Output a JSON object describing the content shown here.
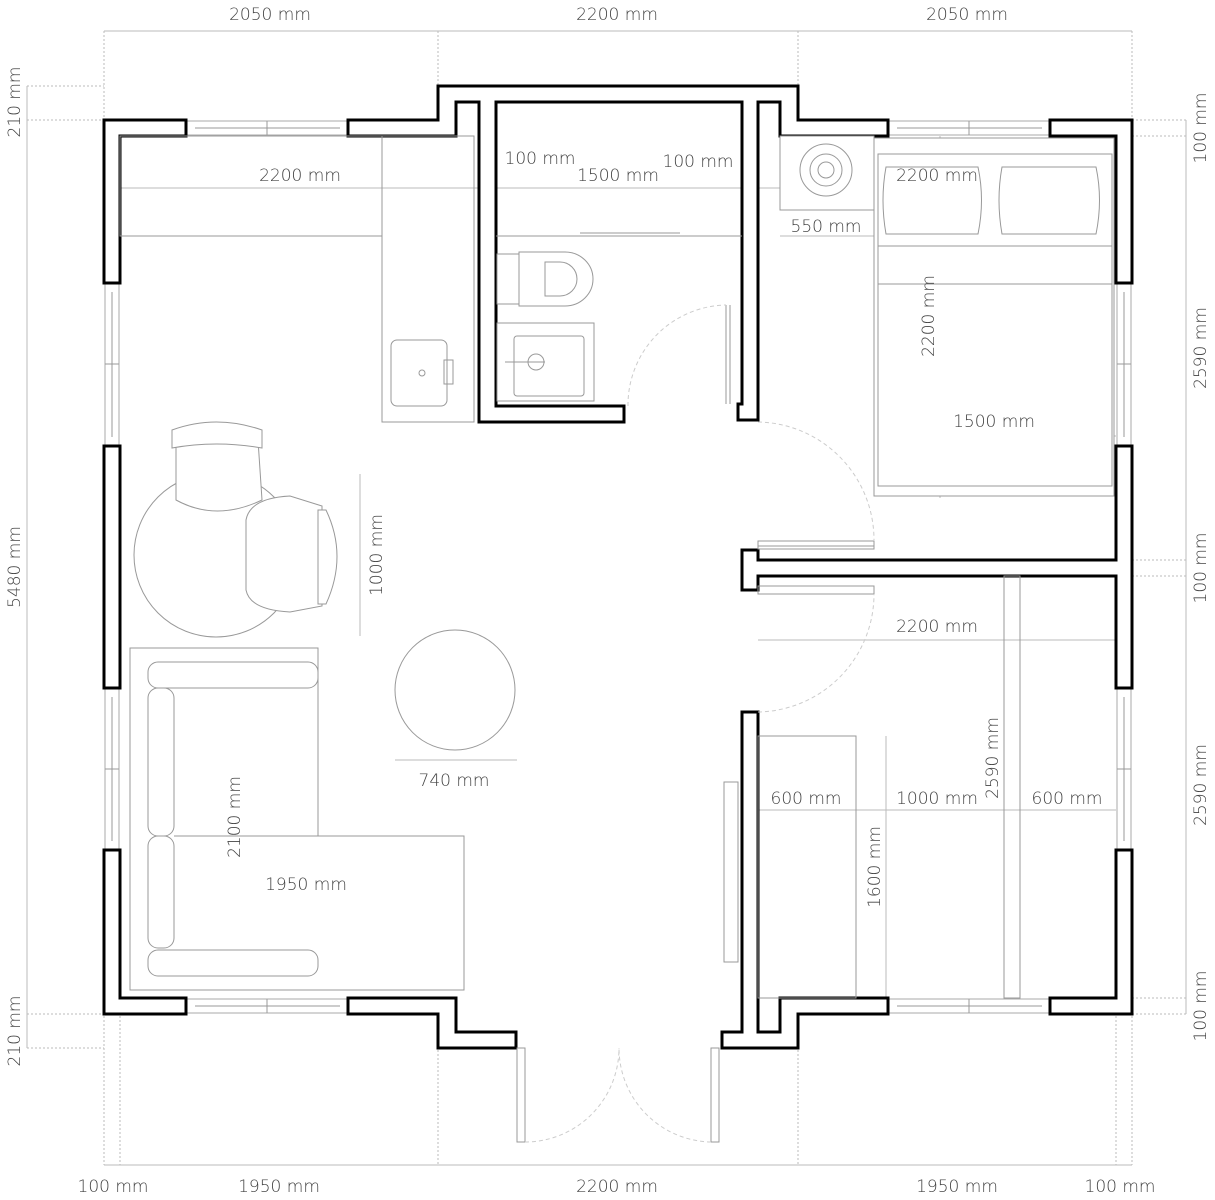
{
  "plan": {
    "unit": "mm",
    "top_dims": [
      "2050 mm",
      "2200 mm",
      "2050 mm"
    ],
    "bottom_dims": [
      "100 mm",
      "1950 mm",
      "2200 mm",
      "1950 mm",
      "100 mm"
    ],
    "left_dims": [
      "210 mm",
      "5480 mm",
      "210 mm"
    ],
    "right_dims": [
      "100 mm",
      "2590 mm",
      "100 mm",
      "2590 mm",
      "100 mm"
    ],
    "interior_dims": {
      "kitchen_counter": "2200 mm",
      "bath_wall_left": "100 mm",
      "bath_width": "1500 mm",
      "bath_wall_right": "100 mm",
      "nightstand": "550 mm",
      "bed1_length_top": "2200 mm",
      "bed1_length": "2200 mm",
      "bed1_width": "1500 mm",
      "dining_table": "1000 mm",
      "coffee_table": "740 mm",
      "sofa_length": "2100 mm",
      "sofa_width": "1950 mm",
      "bedroom2_width": "2200 mm",
      "bedroom2_length": "2590 mm",
      "bedroom2_left": "600 mm",
      "bedroom2_mid": "1000 mm",
      "bedroom2_right": "600 mm",
      "bed2_length": "1600 mm"
    },
    "colors": {
      "wall": "#000000",
      "furniture": "#999999",
      "dimension": "#bbbbbb",
      "text": "#444444"
    }
  }
}
